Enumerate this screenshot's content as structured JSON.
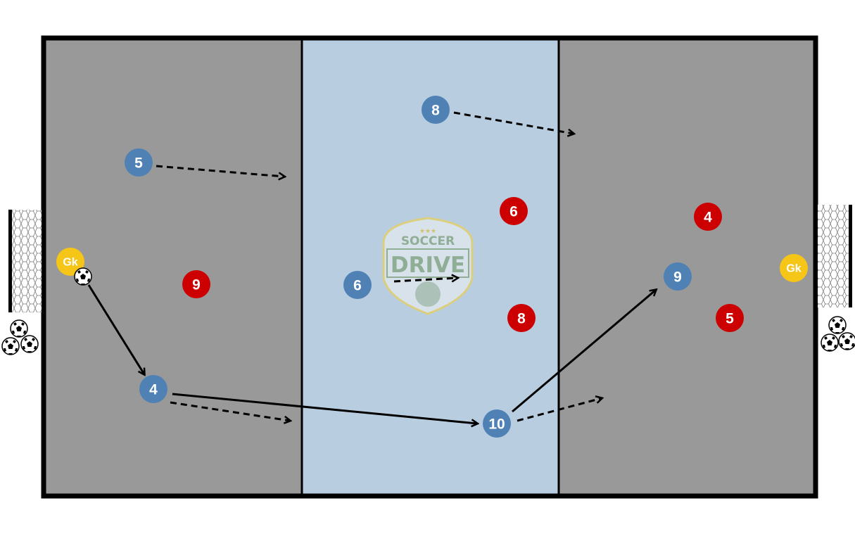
{
  "diagram": {
    "colors": {
      "outer_zone": "#999999",
      "middle_zone": "#b8cde0",
      "attacker": "#4f81b5",
      "defender": "#cc0000",
      "goalkeeper": "#f5c518",
      "lines": "#000000"
    },
    "logo": {
      "line1": "SOCCER",
      "line2": "DRIVE",
      "stars": "★★★"
    },
    "attackers": [
      "5",
      "8",
      "6",
      "4",
      "10",
      "9"
    ],
    "defenders": [
      "9",
      "6",
      "8",
      "4",
      "5"
    ],
    "goalkeepers": [
      "Gk",
      "Gk"
    ]
  }
}
